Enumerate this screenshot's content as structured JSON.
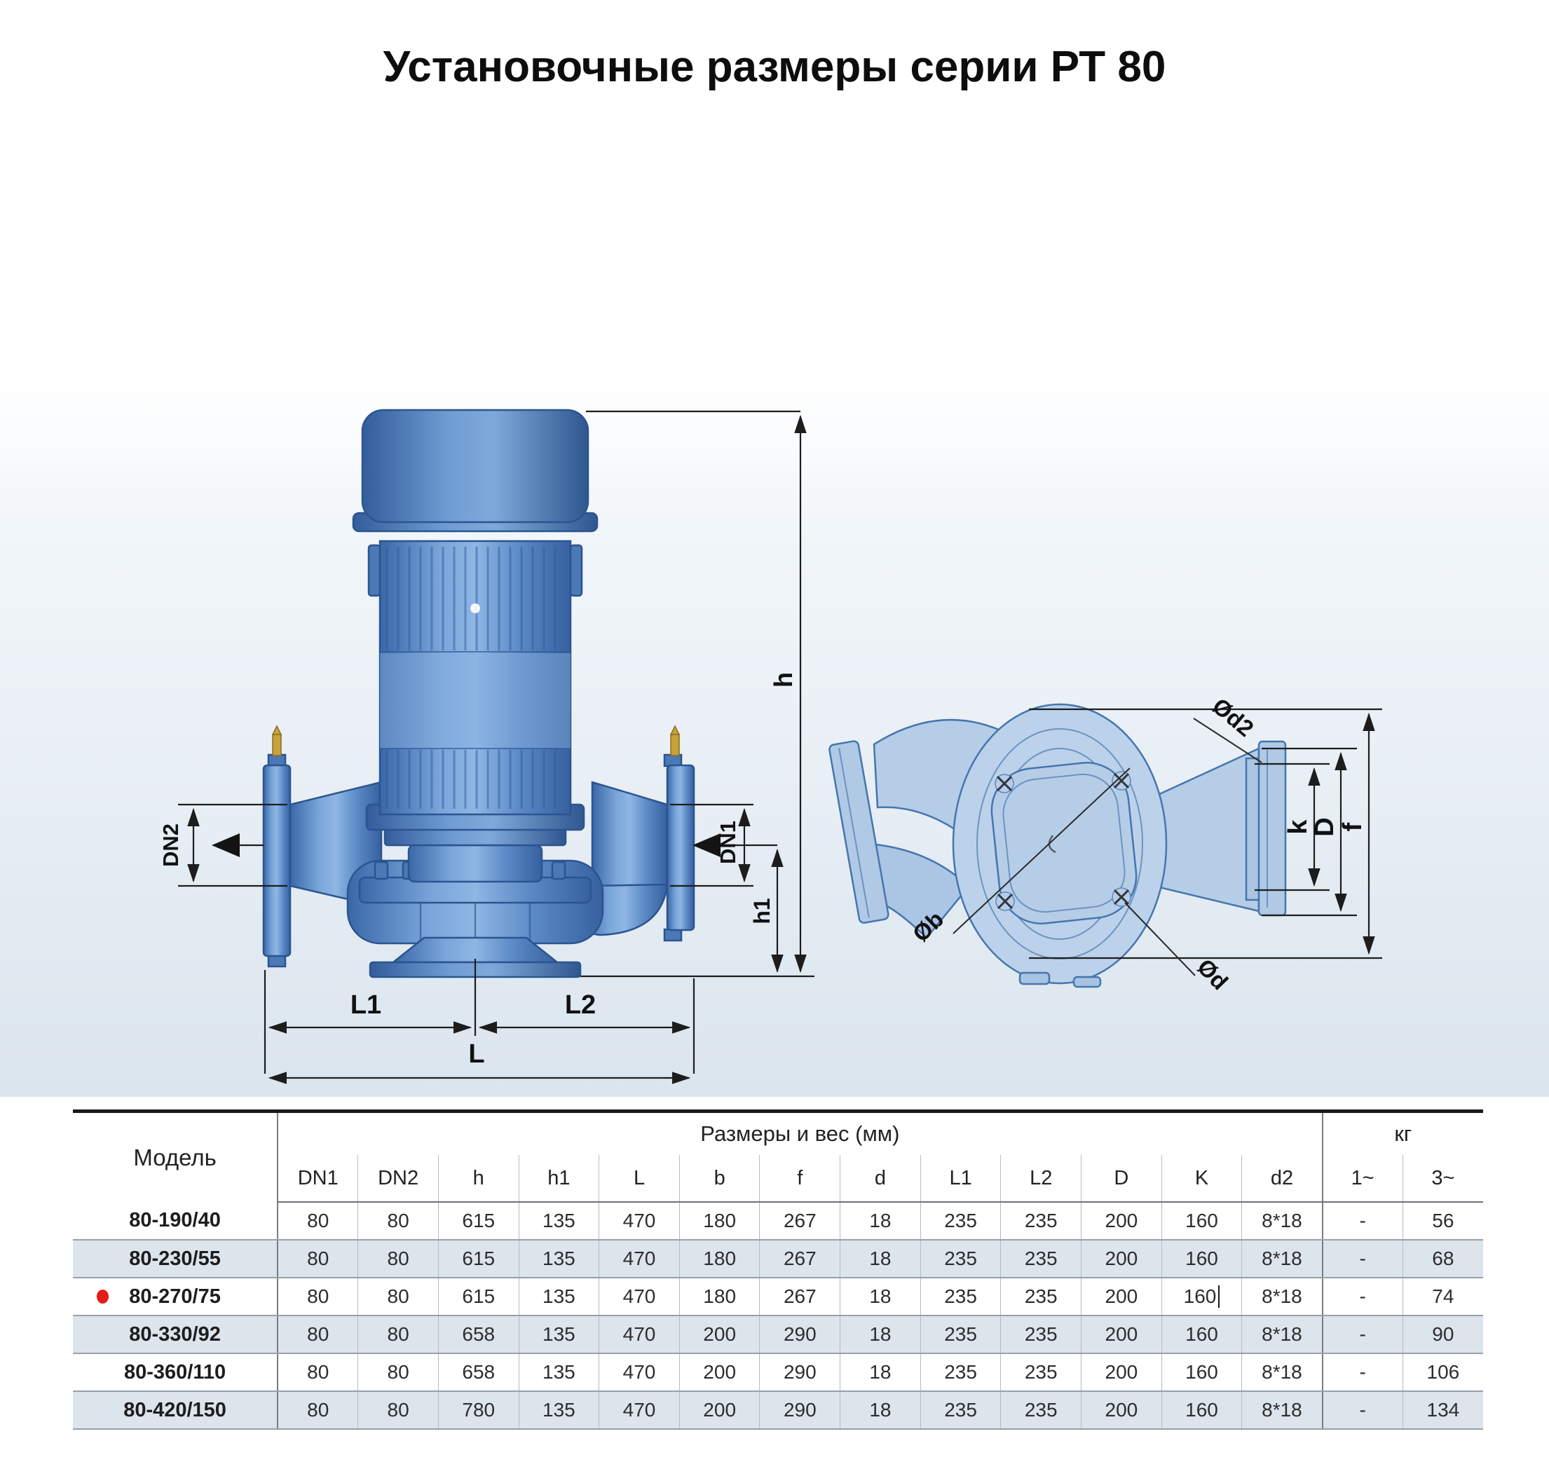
{
  "page": {
    "title": "Установочные размеры серии РТ 80"
  },
  "drawing": {
    "side_view": {
      "h": "h",
      "h1": "h1",
      "dn1": "DN1",
      "dn2": "DN2",
      "l1": "L1",
      "l2": "L2",
      "l": "L"
    },
    "top_view": {
      "d2": "Ød2",
      "k": "k",
      "big_d": "D",
      "f": "f",
      "b": "Øb",
      "d": "Ød"
    }
  },
  "table": {
    "model_header": "Модель",
    "group_headers": {
      "dimensions": "Размеры и вес (мм)",
      "weight": "кг"
    },
    "sub_headers": [
      "DN1",
      "DN2",
      "h",
      "h1",
      "L",
      "b",
      "f",
      "d",
      "L1",
      "L2",
      "D",
      "K",
      "d2",
      "1~",
      "3~"
    ],
    "rows": [
      {
        "model": "80-190/40",
        "marked": false,
        "values": [
          "80",
          "80",
          "615",
          "135",
          "470",
          "180",
          "267",
          "18",
          "235",
          "235",
          "200",
          "160",
          "8*18",
          "-",
          "56"
        ]
      },
      {
        "model": "80-230/55",
        "marked": false,
        "values": [
          "80",
          "80",
          "615",
          "135",
          "470",
          "180",
          "267",
          "18",
          "235",
          "235",
          "200",
          "160",
          "8*18",
          "-",
          "68"
        ]
      },
      {
        "model": "80-270/75",
        "marked": true,
        "values": [
          "80",
          "80",
          "615",
          "135",
          "470",
          "180",
          "267",
          "18",
          "235",
          "235",
          "200",
          "160",
          "8*18",
          "-",
          "74"
        ]
      },
      {
        "model": "80-330/92",
        "marked": false,
        "values": [
          "80",
          "80",
          "658",
          "135",
          "470",
          "200",
          "290",
          "18",
          "235",
          "235",
          "200",
          "160",
          "8*18",
          "-",
          "90"
        ]
      },
      {
        "model": "80-360/110",
        "marked": false,
        "values": [
          "80",
          "80",
          "658",
          "135",
          "470",
          "200",
          "290",
          "18",
          "235",
          "235",
          "200",
          "160",
          "8*18",
          "-",
          "106"
        ]
      },
      {
        "model": "80-420/150",
        "marked": false,
        "values": [
          "80",
          "80",
          "780",
          "135",
          "470",
          "200",
          "290",
          "18",
          "235",
          "235",
          "200",
          "160",
          "8*18",
          "-",
          "134"
        ]
      }
    ],
    "cursor_cell": {
      "row": 2,
      "col": 11
    },
    "marker_color": "#e41d18",
    "row_alt_color": "#dce4ec"
  }
}
